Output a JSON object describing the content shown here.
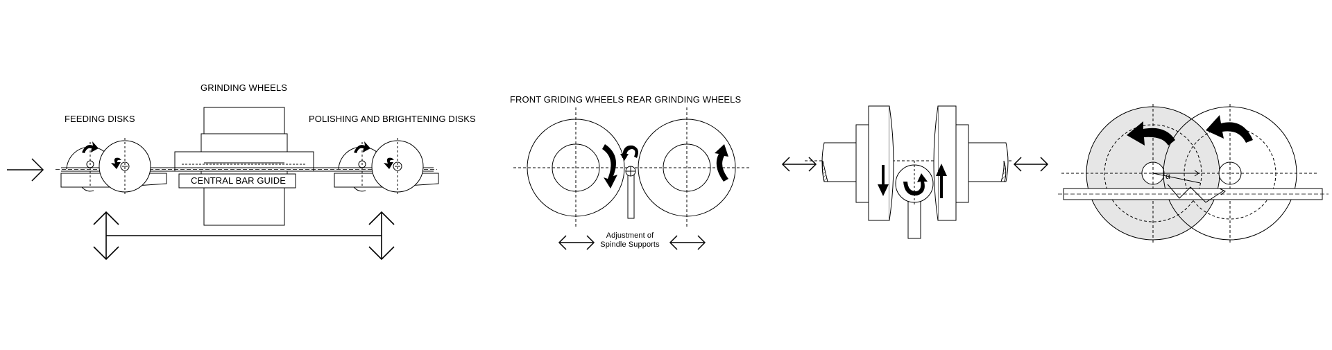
{
  "labels": {
    "feeding_disks": "FEEDING DISKS",
    "grinding_wheels": "GRINDING WHEELS",
    "polishing_disks": "POLISHING AND BRIGHTENING DISKS",
    "central_bar_guide": "CENTRAL BAR GUIDE",
    "front_rear_wheels": "FRONT GRIDING WHEELS REAR GRINDING WHEELS",
    "adjustment_line1": "Adjustment of",
    "adjustment_line2": "Spindle Supports",
    "alpha": "α"
  },
  "colors": {
    "stroke": "#000000",
    "shade": "#e6e6e6",
    "background": "#ffffff"
  }
}
